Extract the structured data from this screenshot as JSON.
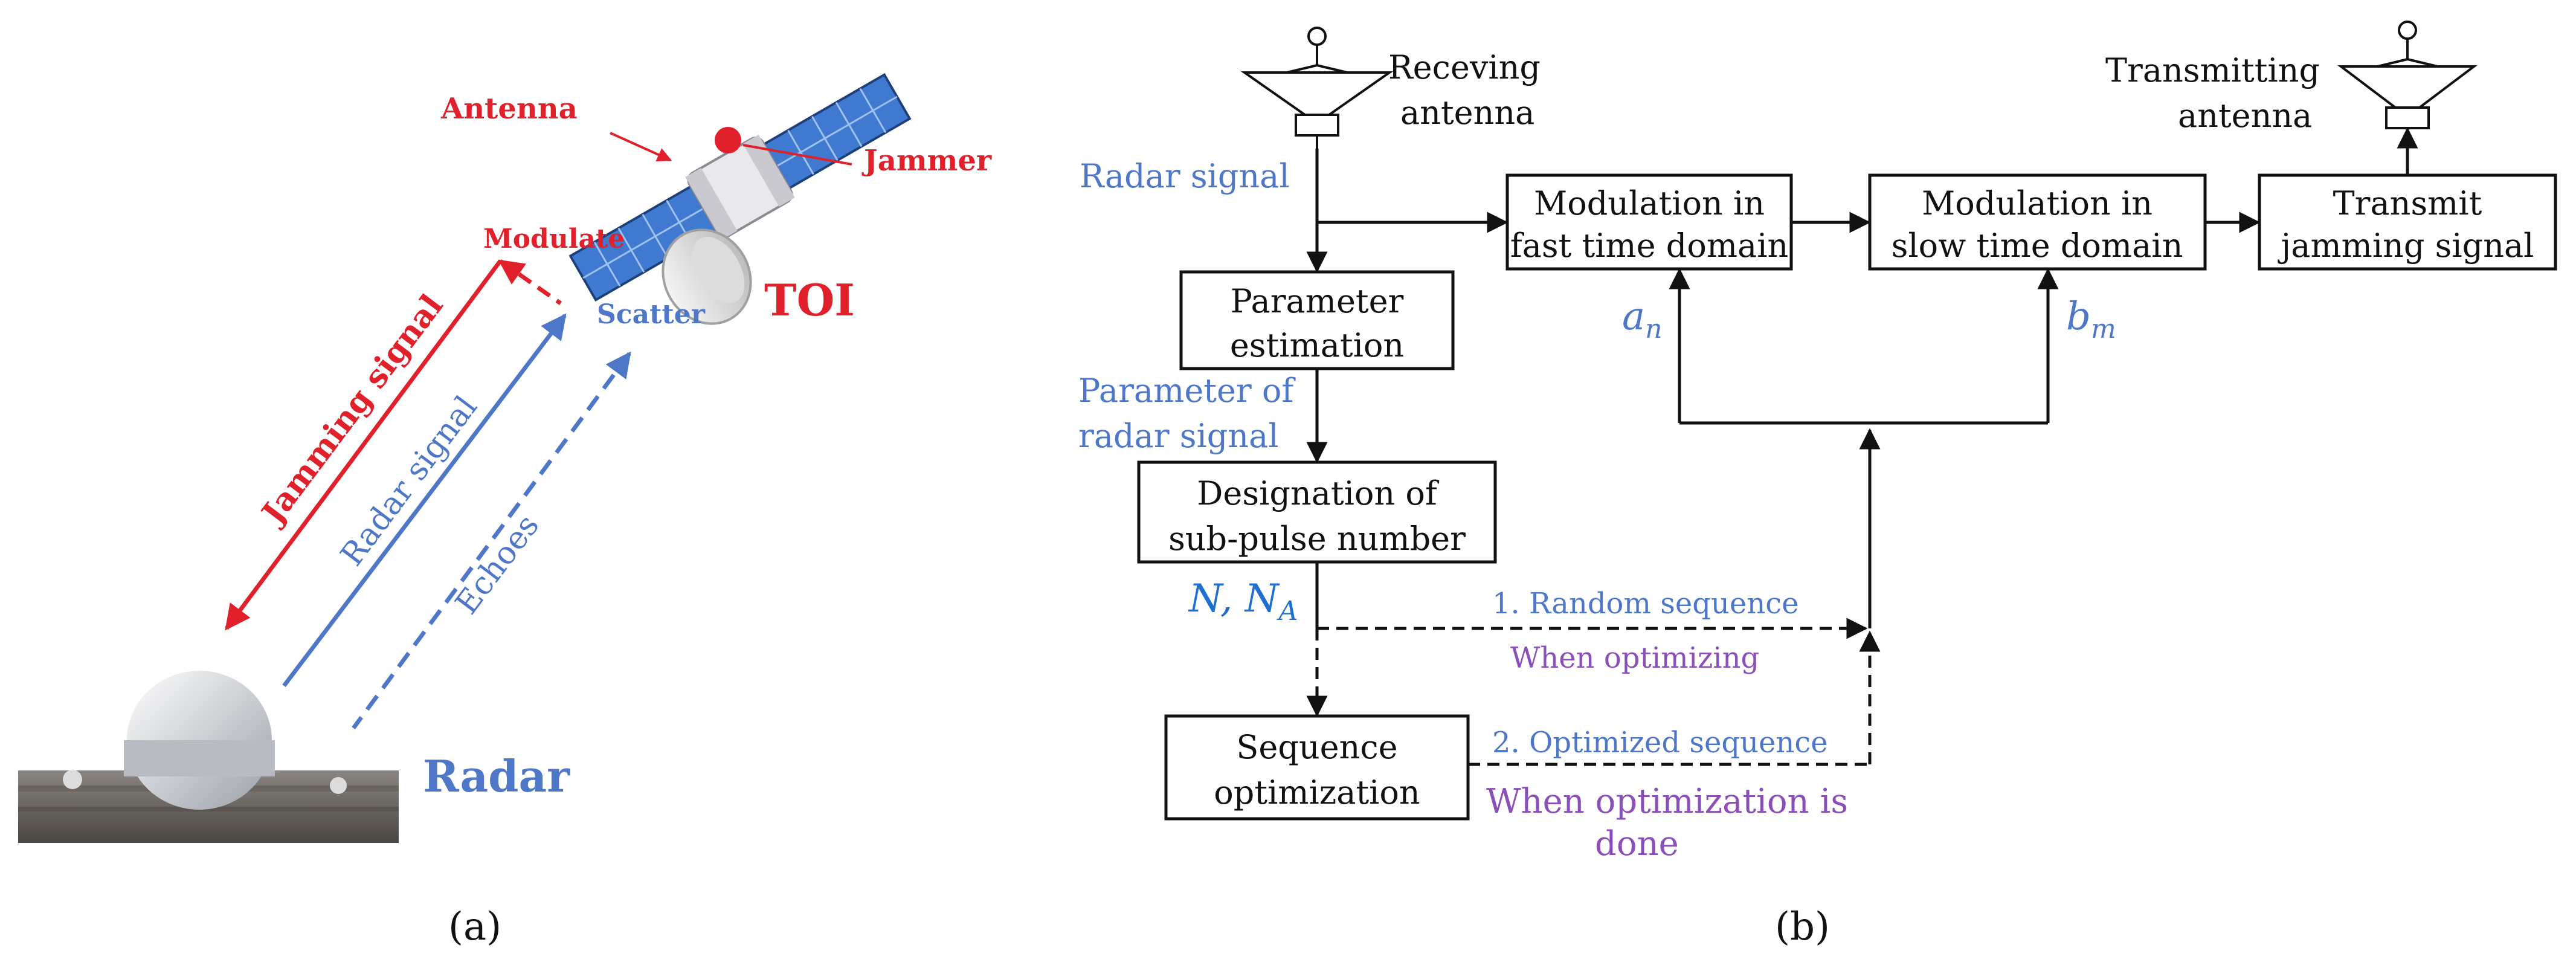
{
  "colors": {
    "red": "#e0202a",
    "blue": "#4f77c8",
    "purple": "#8a4fb8",
    "black": "#111111"
  },
  "panel_a": {
    "labels": {
      "antenna": "Antenna",
      "jammer": "Jammer",
      "modulate": "Modulate",
      "scatter": "Scatter",
      "toi": "TOI",
      "jamming_signal": "Jamming signal",
      "radar_signal": "Radar signal",
      "echoes": "Echoes",
      "radar": "Radar"
    },
    "caption": "(a)"
  },
  "panel_b": {
    "receiving_antenna": [
      "Receving",
      "antenna"
    ],
    "transmitting_antenna": [
      "Transmitting",
      "antenna"
    ],
    "radar_signal": "Radar signal",
    "parameter_of_radar_signal": [
      "Parameter of",
      "radar signal"
    ],
    "boxes": {
      "mod_fast": [
        "Modulation in",
        "fast time domain"
      ],
      "mod_slow": [
        "Modulation in",
        "slow time domain"
      ],
      "transmit": [
        "Transmit",
        "jamming signal"
      ],
      "param_est": [
        "Parameter",
        "estimation"
      ],
      "designation": [
        "Designation of",
        "sub-pulse number"
      ],
      "seq_opt": [
        "Sequence",
        "optimization"
      ]
    },
    "symbols": {
      "a_base": "a",
      "a_sub": "n",
      "b_base": "b",
      "b_sub": "m",
      "n_base": "N, N",
      "n_sub": "A"
    },
    "random_sequence": "1. Random sequence",
    "when_optimizing": "When optimizing",
    "optimized_sequence": "2. Optimized sequence",
    "when_optimization_done": [
      "When optimization is",
      "done"
    ],
    "caption": "(b)"
  }
}
